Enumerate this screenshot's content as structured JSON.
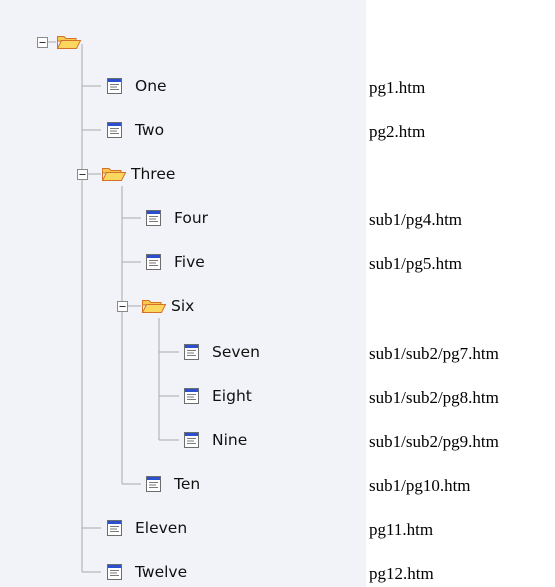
{
  "colors": {
    "tree_background": "#f2f3f9",
    "line": "#a8a8a8",
    "folder_fill": "#f9c94d",
    "folder_outline": "#d4722a",
    "document_bar": "#2a4fcf"
  },
  "tree": {
    "root": {
      "label": "",
      "icon": "open-folder-icon",
      "expanded": true
    },
    "nodes": [
      {
        "label": "One",
        "icon": "document-icon",
        "path": "pg1.htm"
      },
      {
        "label": "Two",
        "icon": "document-icon",
        "path": "pg2.htm"
      },
      {
        "label": "Three",
        "icon": "open-folder-icon",
        "expanded": true
      },
      {
        "label": "Four",
        "icon": "document-icon",
        "path": "sub1/pg4.htm"
      },
      {
        "label": "Five",
        "icon": "document-icon",
        "path": "sub1/pg5.htm"
      },
      {
        "label": "Six",
        "icon": "open-folder-icon",
        "expanded": true
      },
      {
        "label": "Seven",
        "icon": "document-icon",
        "path": "sub1/sub2/pg7.htm"
      },
      {
        "label": "Eight",
        "icon": "document-icon",
        "path": "sub1/sub2/pg8.htm"
      },
      {
        "label": "Nine",
        "icon": "document-icon",
        "path": "sub1/sub2/pg9.htm"
      },
      {
        "label": "Ten",
        "icon": "document-icon",
        "path": "sub1/pg10.htm"
      },
      {
        "label": "Eleven",
        "icon": "document-icon",
        "path": "pg11.htm"
      },
      {
        "label": "Twelve",
        "icon": "document-icon",
        "path": "pg12.htm"
      }
    ]
  }
}
